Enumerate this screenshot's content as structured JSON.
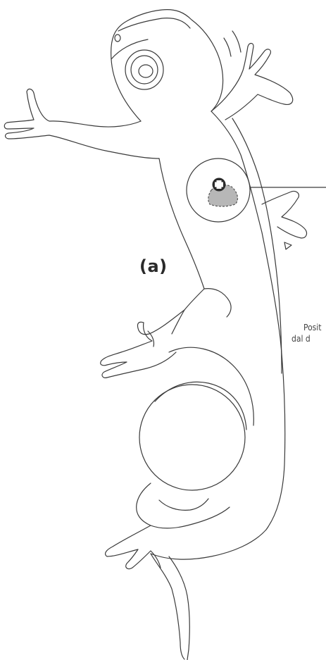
{
  "figure": {
    "panel_label": "(a)",
    "callout_text_lines": [
      "Posit",
      "dal d"
    ],
    "marker_symbol": "✚",
    "colors": {
      "outline": "#3a3a3a",
      "lesion_fill": "#b7b7b7",
      "marker_fill": "#2b2b2b",
      "marker_cross": "#ffffff"
    },
    "icons": {
      "lesion_marker": "plus-marker-icon",
      "pointer": "callout-line"
    }
  }
}
